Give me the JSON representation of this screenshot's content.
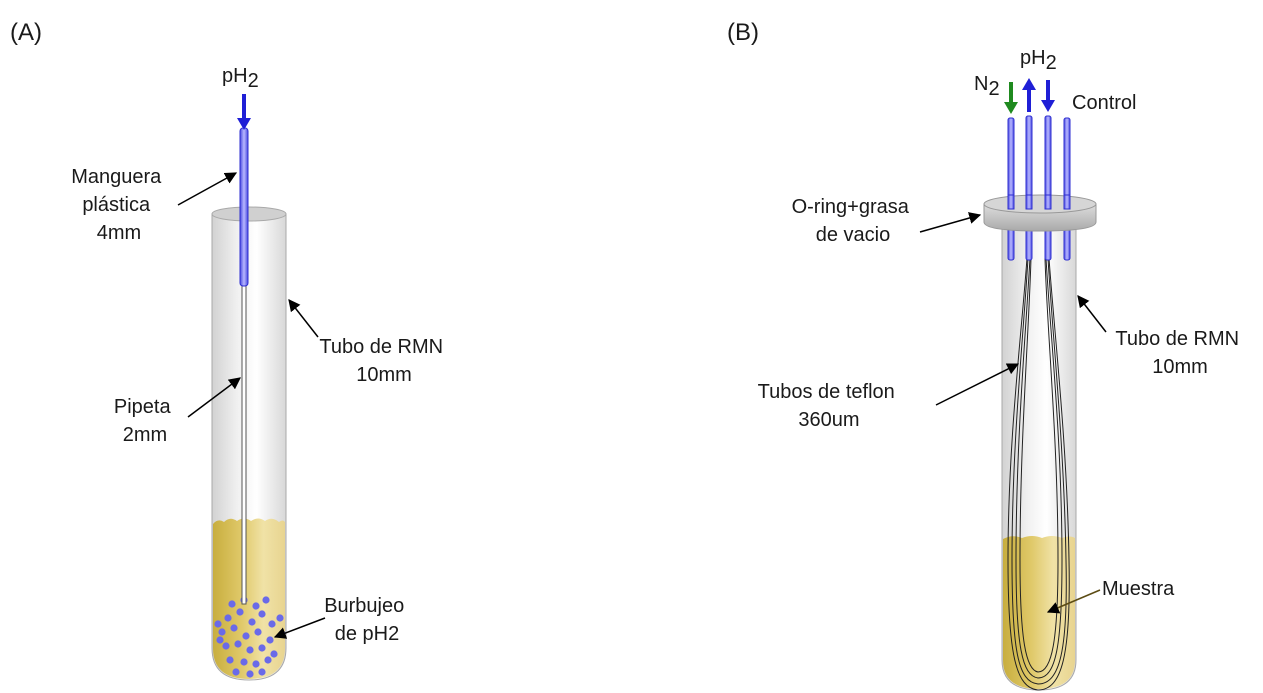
{
  "panel_a": {
    "letter": "(A)",
    "gas_in": {
      "base": "pH",
      "sub": "2"
    },
    "hose": [
      "Manguera",
      "plástica",
      "4mm"
    ],
    "pipette": [
      "Pipeta",
      "2mm"
    ],
    "tube": [
      "Tubo de RMN",
      "10mm"
    ],
    "bubbling": [
      "Burbujeo",
      "de pH2"
    ]
  },
  "panel_b": {
    "letter": "(B)",
    "n2": {
      "base": "N",
      "sub": "2"
    },
    "ph2": {
      "base": "pH",
      "sub": "2"
    },
    "control": "Control",
    "oring": [
      "O-ring+grasa",
      "de vacio"
    ],
    "tube": [
      "Tubo de RMN",
      "10mm"
    ],
    "teflon": [
      "Tubos de teflon",
      "360um"
    ],
    "sample": "Muestra"
  },
  "colors": {
    "liquid": "#d9c15c",
    "bubbles": "#6a6ae8",
    "tube_blue": "#6f6ff2",
    "arrow_blue": "#1f1fd6",
    "arrow_green": "#1f8a1f",
    "cap_gray": "#c4c4c4"
  }
}
